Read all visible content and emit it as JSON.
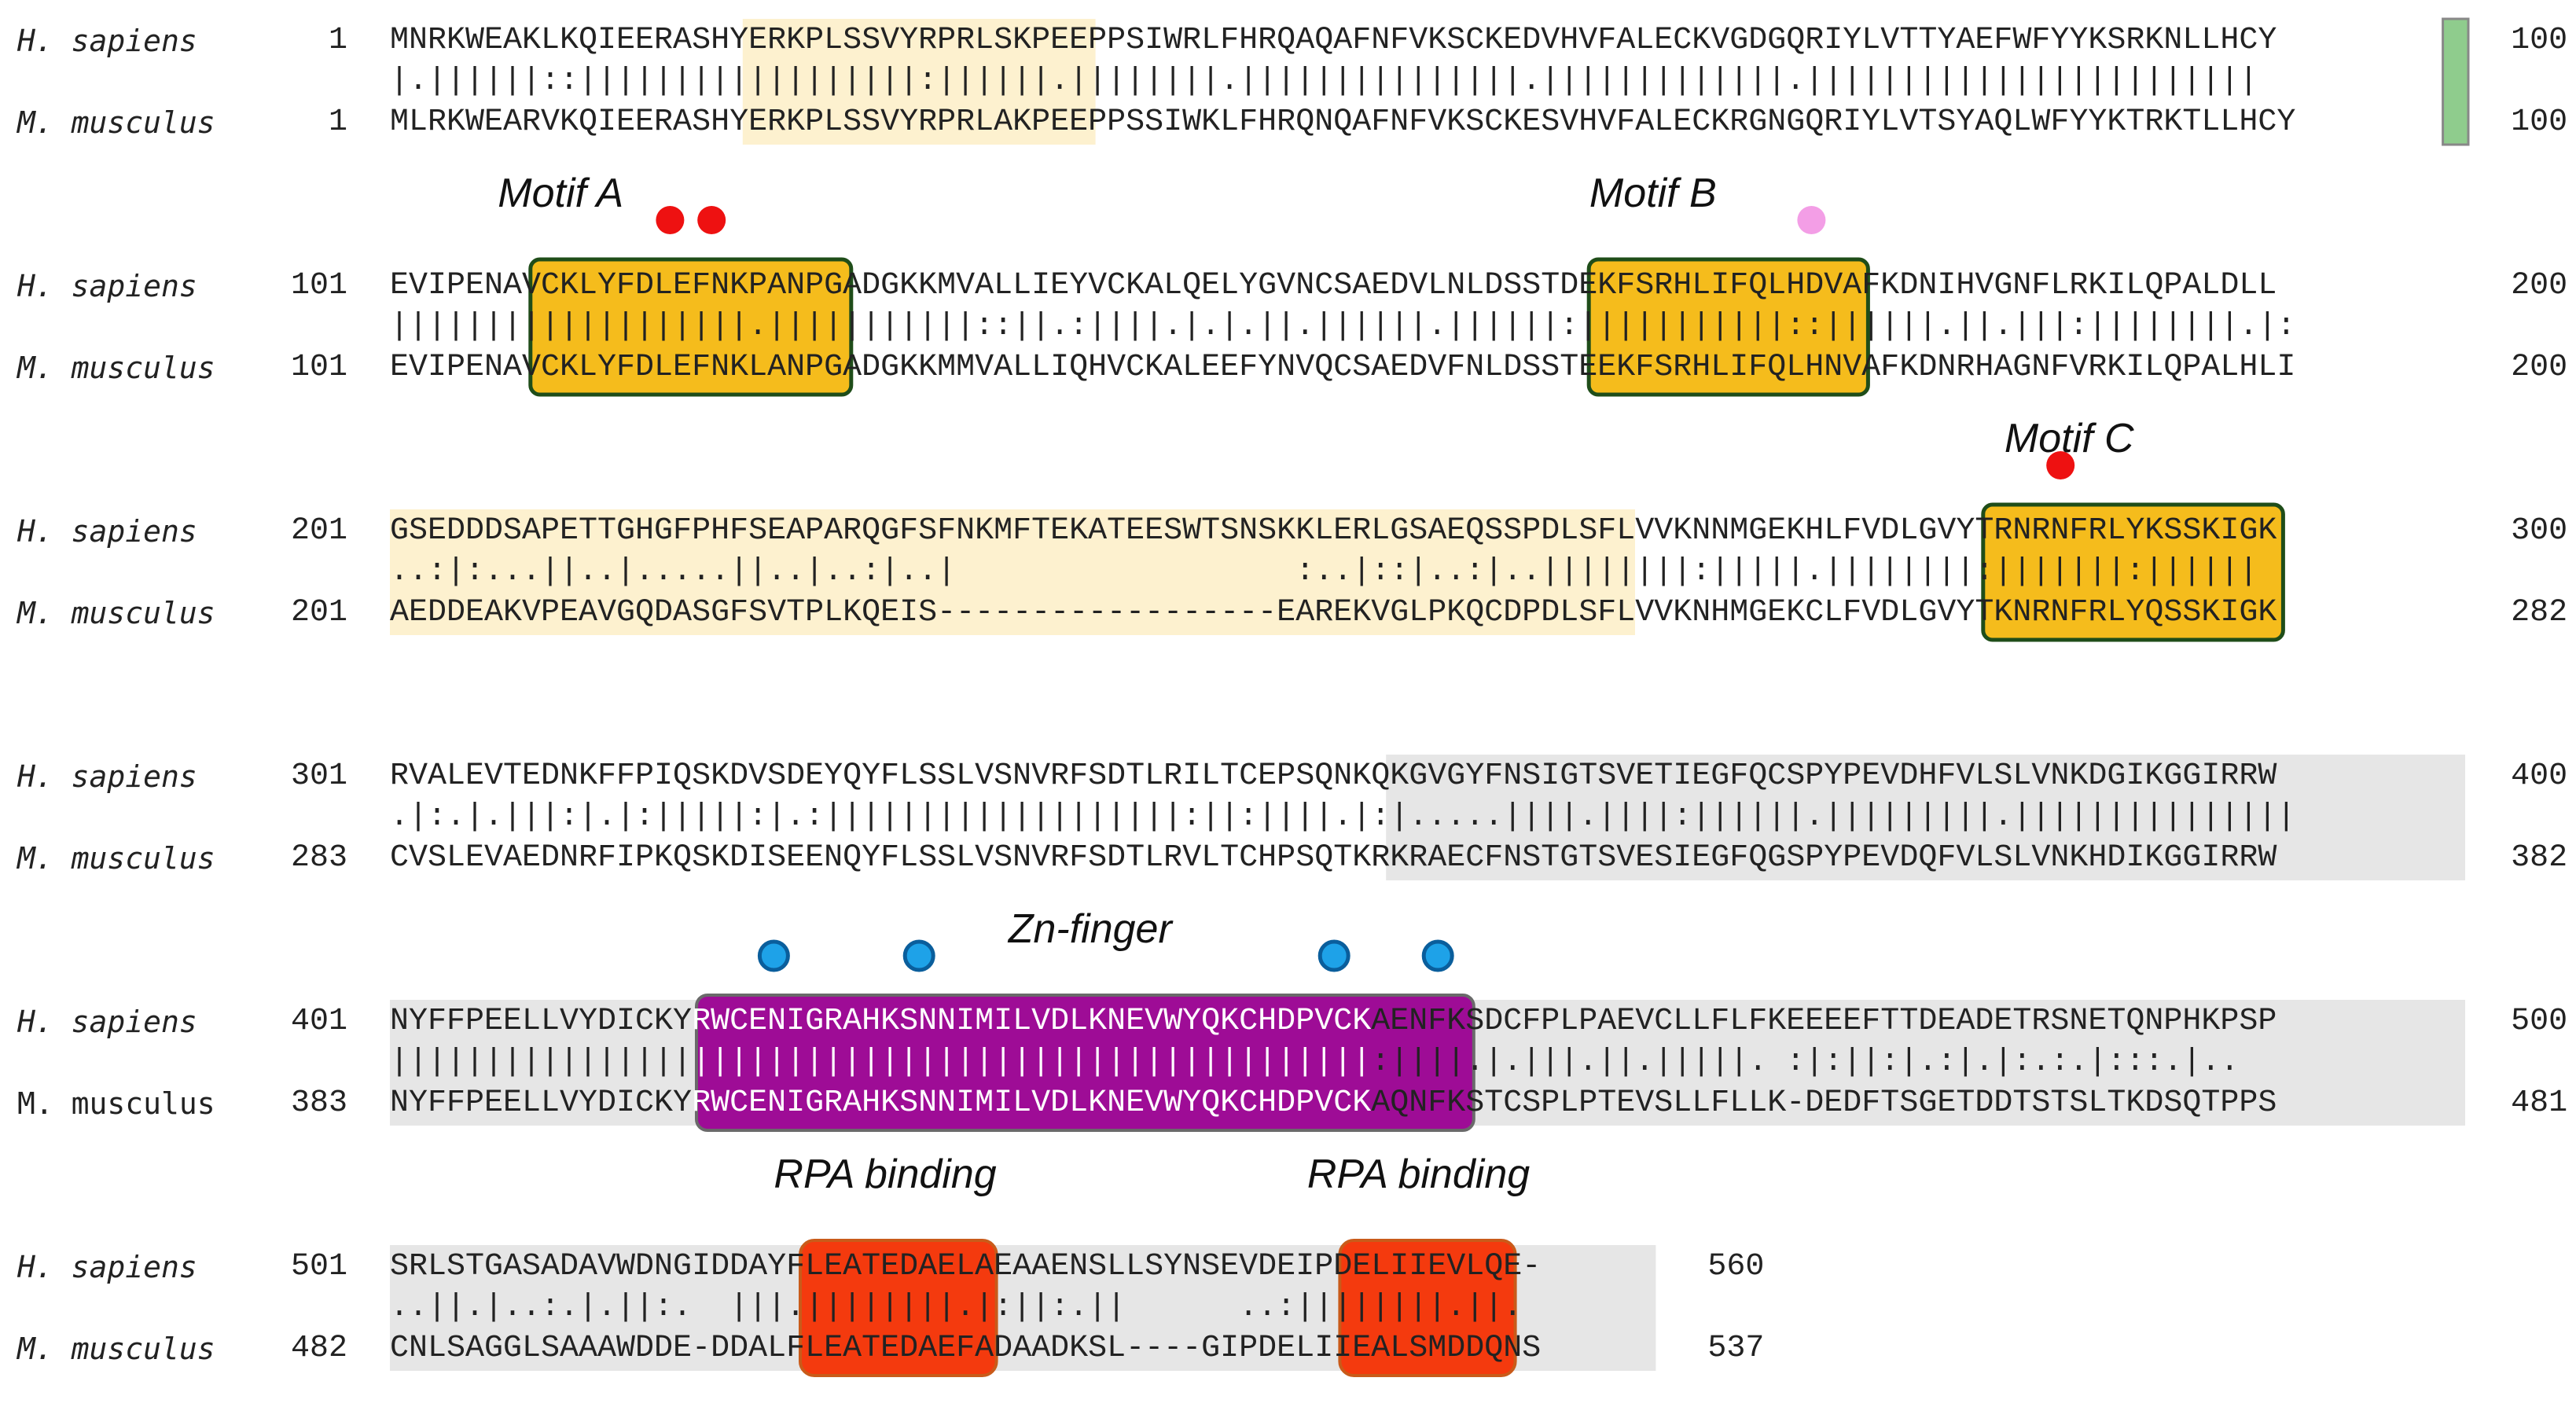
{
  "species": {
    "human": "H. sapiens",
    "mouse": "M. musculus"
  },
  "blocks": [
    {
      "start_h": "1",
      "end_h": "100",
      "start_m": "1",
      "end_m": "100",
      "seq_h": "MNRKWEAKLKQIEERASHYERKPLSSVYRPRLSKPEEPPSIWRLFHRQAQAFNFVKSCKEDVHVFALECKVGDGQRIYLVTTYAEFWFYYKSRKNLLHCY",
      "match": "|.||||||::||||||||||||||||||:||||||.||||||||.|||||||||||||||.|||||||||||||.||||||||||||||||||||||||",
      "seq_m": "MLRKWEARVKQIEERASHYERKPLSSVYRPRLAKPEEPPSSIWKLFHRQNQAFNFVKSCKESVHVFALECKRGNGQRIYLVTSYAQLWFYYKTRKTLLHCY"
    },
    {
      "start_h": "101",
      "end_h": "200",
      "start_m": "101",
      "end_m": "200",
      "seq_h": "EVIPENAVCKLYFDLEFNKPANPGADGKKMVALLIEYVCKALQELYGVNCSAEDVLNLDSSTDEKFSRHLIFQLHDVAFKDNIHVGNFLRKILQPALDLL",
      "match": "|||||||||||||||||||.|||||||||||::||.:||||.|.|.||.||||||.||||||:|||||||||||::||||||.||.|||:||||||||.|:",
      "seq_m": "EVIPENAVCKLYFDLEFNKLANPGADGKKMMVALLIQHVCKALEEFYNVQCSAEDVFNLDSSTEEKFSRHLIFQLHNVAFKDNRHAGNFVRKILQPALHLI"
    },
    {
      "start_h": "201",
      "end_h": "300",
      "start_m": "201",
      "end_m": "282",
      "seq_h": "GSEDDDSAPETTGHGFPHFSEAPARQGFSFNKMFTEKATEESWTSNSKKLERLGSAEQSSPDLSFLVVKNNMGEKHLFVDLGVYTRNRNFRLYKSSKIGK",
      "match": "..:|:...||..|.....||..|..:|..|                  :..|::|..:|..||||||||:|||||.||||||||:|||||||:||||||",
      "seq_m": "AEDDEAKVPEAVGQDASGFSVTPLKQEIS------------------EAREKVGLPKQCDPDLSFLVVKNHMGEKCLFVDLGVYTKNRNFRLYQSSKIGK"
    },
    {
      "start_h": "301",
      "end_h": "400",
      "start_m": "283",
      "end_m": "382",
      "seq_h": "RVALEVTEDNKFFPIQSKDVSDEYQYFLSSLVSNVRFSDTLRILTCEPSQNKQKGVGYFNSIGTSVETIEGFQCSPYPEVDHFVLSLVNKDGIKGGIRRW",
      "match": ".|:.|.|||:|.|:|||||:|.:|||||||||||||||||||:||:||||.|:|.....||||.||||:||||||.|||||||||.|||||||||||||||",
      "seq_m": "CVSLEVAEDNRFIPKQSKDISEENQYFLSSLVSNVRFSDTLRVLTCHPSQTKRKRAECFNSTGTSVESIEGFQGSPYPEVDQFVLSLVNKHDIKGGIRRW"
    },
    {
      "start_h": "401",
      "end_h": "500",
      "start_m": "383",
      "end_m": "481",
      "seq_h": "NYFFPEELLVYDICKYRWCENIGRAHKSNNIMILVDLKNEVWYQKCHDPVCKAENFKSDCFPLPAEVCLLFLFKEEEEFTTDEADETRSNETQNPHKPSP",
      "match": "||||||||||||||||||||||||||||||||||||||||||||||||||||:||||.|.|||.||.|||||. :|:||:|.:|.|:.:.|:::.|..",
      "seq_m": "NYFFPEELLVYDICKYRWCENIGRAHKSNNIMILVDLKNEVWYQKCHDPVCKAQNFKSTCSPLPTEVSLLFLLK-DEDFTSGETDDTSTSLTKDSQTPPS"
    },
    {
      "start_h": "501",
      "end_h": "560",
      "start_m": "482",
      "end_m": "537",
      "seq_h": "SRLSTGASADAVWDNGIDDAYFLEATEDAELAEAAENSLLSYNSEVDEIPDELIIEVLQE-",
      "match": "..||.|..:.|.||:.  |||.||||||||.|:||:.||      ..:||||||||.||.",
      "seq_m": "CNLSAGGLSAAAWDDE-DDALFLEATEDAEFADAADKSL----GIPDELIIEALSMDDQNS"
    }
  ],
  "annotations": {
    "motif_a": "Motif A",
    "motif_b": "Motif B",
    "motif_c": "Motif C",
    "zn_finger": "Zn-finger",
    "rpa_binding_1": "RPA binding",
    "rpa_binding_2": "RPA binding"
  },
  "colors": {
    "motif_fill": "#f5bc1c",
    "motif_border": "#1f4d19",
    "zn_fill": "#9e0c96",
    "zn_border": "#6a6a6a",
    "rpa_fill": "#f43a0e",
    "rpa_border": "#c95b1a",
    "cream_shade": "#fdf1cf",
    "gray_shade": "#e6e6e6",
    "green_highlight": "#8fcc8d",
    "red_dot": "#ee1111",
    "pink_dot": "#f39ee6",
    "blue_dot": "#1ea2e8"
  }
}
